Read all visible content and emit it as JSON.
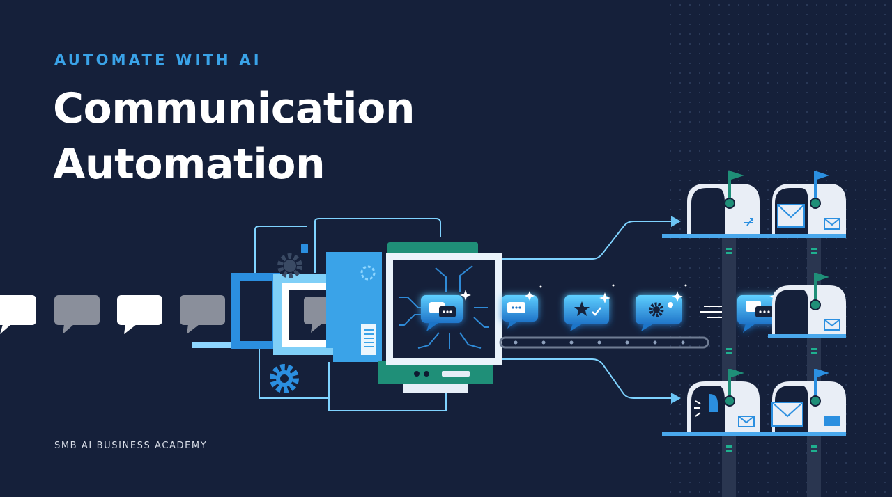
{
  "header": {
    "eyebrow": "AUTOMATE WITH AI",
    "title_line1": "Communication",
    "title_line2": "Automation"
  },
  "footer": {
    "brand": "SMB AI BUSINESS ACADEMY"
  },
  "colors": {
    "background": "#15203a",
    "accent": "#3aa3e8",
    "teal": "#1f8f78",
    "glow": "#5fd0ff"
  },
  "illustration": {
    "icons": [
      "speech-bubble-icon",
      "gear-icon",
      "chip-icon",
      "star-icon",
      "mailbox-icon",
      "envelope-icon",
      "flag-icon"
    ]
  }
}
